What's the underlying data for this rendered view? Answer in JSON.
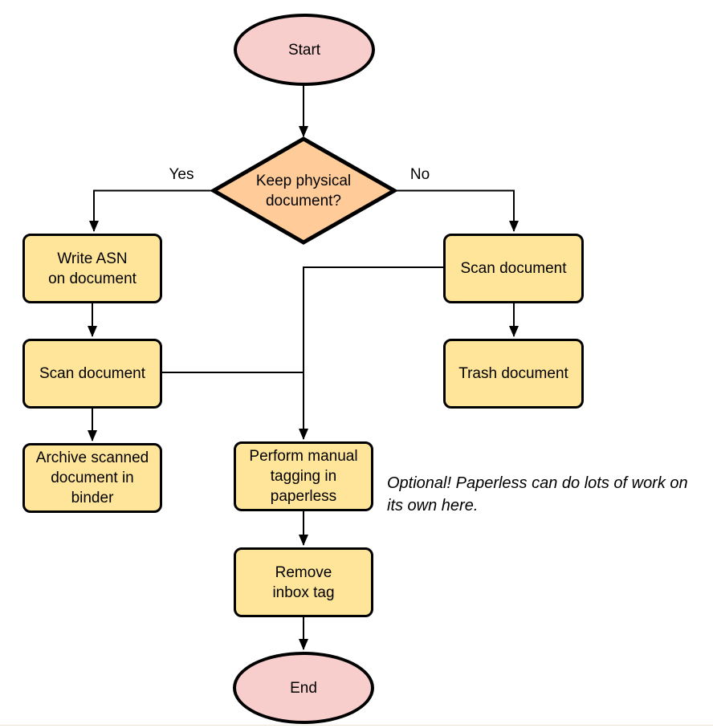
{
  "colors": {
    "terminal_fill": "#f8cecc",
    "decision_fill": "#ffcc99",
    "process_fill": "#ffe599",
    "shape_stroke": "#000000",
    "edge_stroke": "#000000"
  },
  "nodes": {
    "start": {
      "label": "Start",
      "type": "terminal"
    },
    "decision": {
      "label": "Keep physical\ndocument?",
      "type": "decision"
    },
    "write_asn": {
      "label": "Write ASN\non document",
      "type": "process"
    },
    "scan_left": {
      "label": "Scan document",
      "type": "process"
    },
    "archive": {
      "label": "Archive scanned\ndocument in\nbinder",
      "type": "process"
    },
    "scan_right": {
      "label": "Scan document",
      "type": "process"
    },
    "trash": {
      "label": "Trash document",
      "type": "process"
    },
    "tagging": {
      "label": "Perform manual\ntagging in\npaperless",
      "type": "process"
    },
    "remove_inbox": {
      "label": "Remove\ninbox tag",
      "type": "process"
    },
    "end": {
      "label": "End",
      "type": "terminal"
    }
  },
  "edge_labels": {
    "yes": "Yes",
    "no": "No"
  },
  "note": {
    "text": "Optional! Paperless can do lots of work on\nits own here."
  }
}
